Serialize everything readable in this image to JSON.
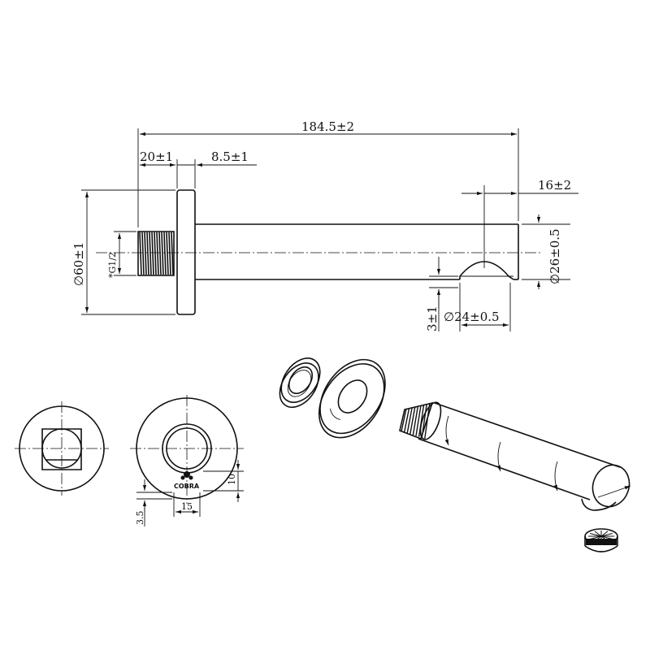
{
  "side_view": {
    "overall_length": "184.5±2",
    "flange_to_thread": "20±1",
    "flange_thickness": "8.5±1",
    "outlet_offset": "16±2",
    "flange_diameter": "∅60±1",
    "thread_size": "*G1/2",
    "spout_diameter": "∅26±0.5",
    "outlet_diameter": "∅24±0.5",
    "outlet_height": "3±1"
  },
  "front_view": {
    "brand_logo": "COBRA",
    "logo_height": "10",
    "logo_width": "15",
    "logo_offset": "3.5"
  }
}
